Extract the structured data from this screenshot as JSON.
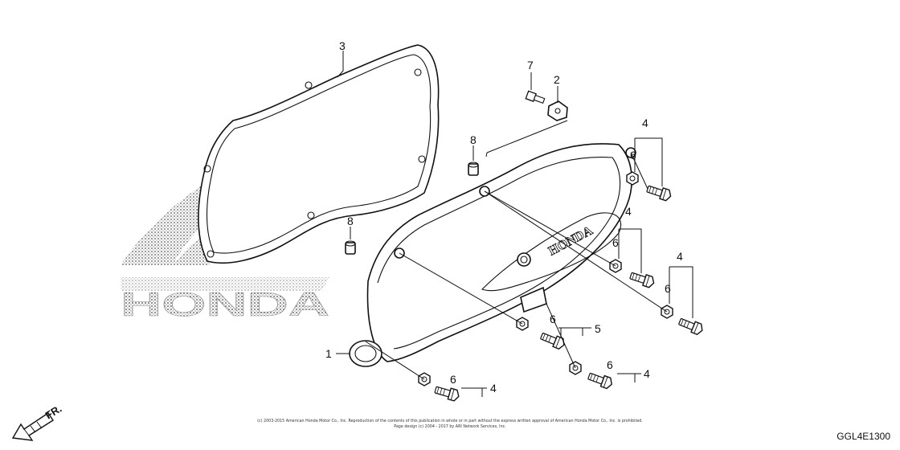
{
  "diagram_code": "GGL4E1300",
  "front_indicator": "FR.",
  "watermark": "HONDA",
  "cover_logo": "HONDA",
  "copyright_line1": "(c) 2003-2015 American Honda Motor Co., Inc. Reproduction of the contents of this publication in whole or in part without the express written approval of American Honda Motor Co., Inc. is prohibited.",
  "copyright_line2": "Page design (c) 2004 - 2017 by ARI Network Services, Inc.",
  "callouts": {
    "c1": "1",
    "c2": "2",
    "c3": "3",
    "c7": "7",
    "c8a": "8",
    "c8b": "8",
    "c4a": "4",
    "c6a": "6",
    "c4b": "4",
    "c6b": "6",
    "c4c": "4",
    "c6c": "6",
    "c5": "5",
    "c6d": "6",
    "c4d": "4",
    "c6e": "6",
    "c4e": "4",
    "c6f": "6"
  }
}
